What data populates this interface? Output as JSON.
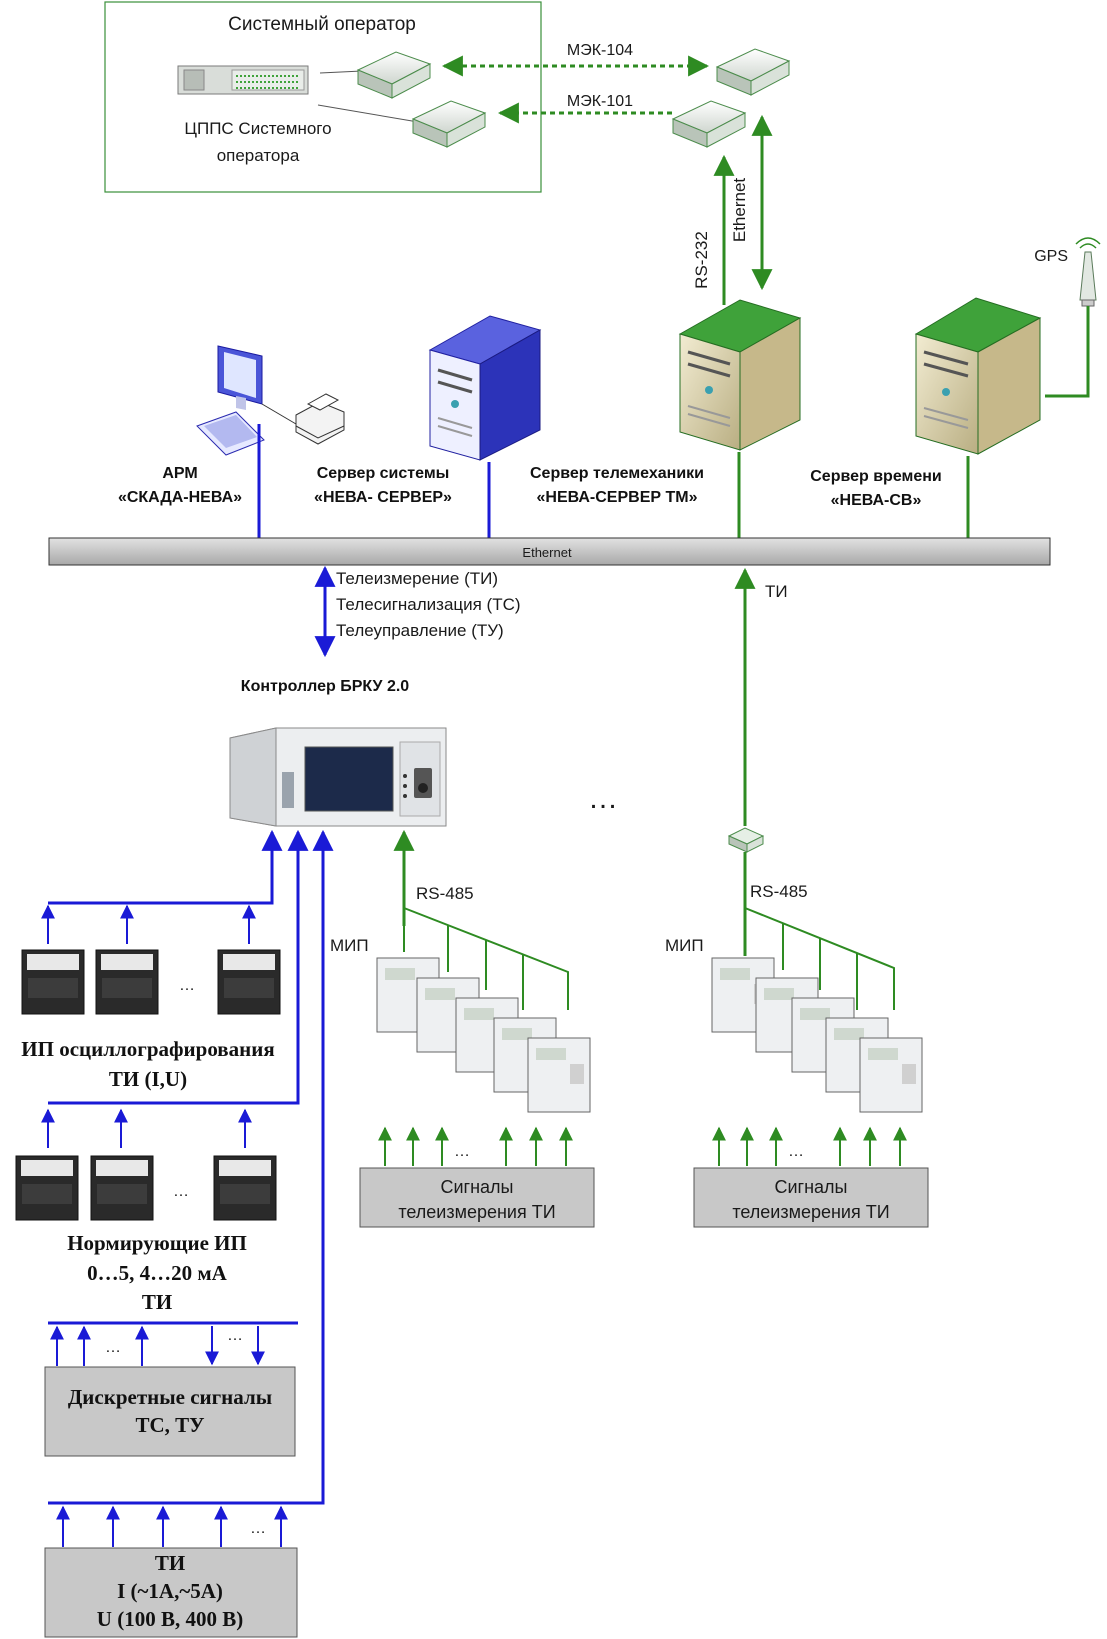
{
  "colors": {
    "blue_line": "#1a1ad6",
    "green_line": "#2e8b22",
    "box_gray": "#c8c8c8",
    "server_beige": "#d8cfa8",
    "server_blue": "#3b3fc8",
    "server_green": "#3fa23a"
  },
  "so_group": {
    "title": "Системный оператор",
    "cpps_line1": "ЦППС Системного",
    "cpps_line2": "оператора",
    "mek104": "МЭК-104",
    "mek101": "МЭК-101"
  },
  "links": {
    "rs232": "RS-232",
    "ethernet_v": "Ethernet",
    "gps": "GPS"
  },
  "servers": {
    "arm_line1": "АРМ",
    "arm_line2": "«СКАДА-НЕВА»",
    "sys_line1": "Сервер системы",
    "sys_line2": "«НЕВА- СЕРВЕР»",
    "tm_line1": "Сервер телемеханики",
    "tm_line2": "«НЕВА-СЕРВЕР ТМ»",
    "time_line1": "Сервер времени",
    "time_line2": "«НЕВА-СВ»"
  },
  "bus": {
    "label": "Ethernet"
  },
  "signals": {
    "ti": "Телеизмерение (ТИ)",
    "ts": "Телесигнализация (ТС)",
    "tu": "Телеуправление (ТУ)",
    "ti_short": "ТИ"
  },
  "controller": {
    "title": "Контроллер БРКУ 2.0"
  },
  "ellipsis_big": "…",
  "mip_left": {
    "rs485": "RS-485",
    "mip": "МИП",
    "dots": "…",
    "box_line1": "Сигналы",
    "box_line2": "телеизмерения ТИ"
  },
  "mip_right": {
    "rs485": "RS-485",
    "mip": "МИП",
    "dots": "…",
    "box_line1": "Сигналы",
    "box_line2": "телеизмерения ТИ"
  },
  "left_stack": {
    "osc_line1": "ИП осциллографирования",
    "osc_line2": "ТИ (I,U)",
    "norm_line1": "Нормирующие ИП",
    "norm_line2": "0…5, 4…20 мА",
    "norm_line3": "ТИ",
    "disc_line1": "Дискретные сигналы",
    "disc_line2": "ТС, ТУ",
    "ti_line1": "ТИ",
    "ti_line2": "I (~1А,~5А)",
    "ti_line3": "U (100 В, 400 В)",
    "dots": "…"
  }
}
